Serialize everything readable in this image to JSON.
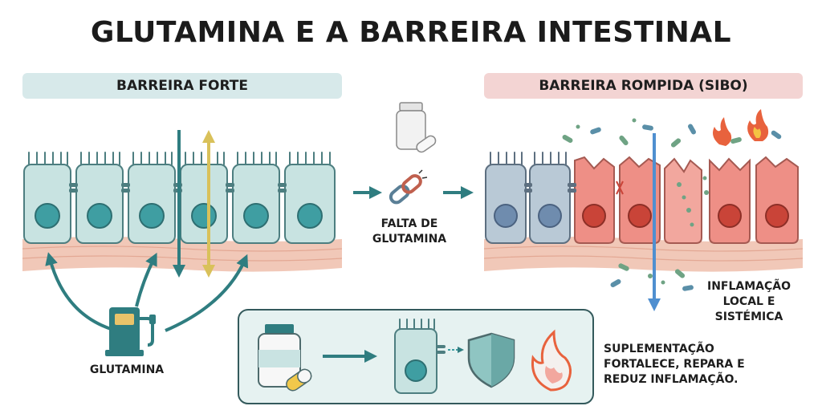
{
  "title": "GLUTAMINA E A BARREIRA INTESTINAL",
  "left_panel": {
    "header": "BARREIRA FORTE"
  },
  "right_panel": {
    "header": "BARREIRA ROMPIDA (SIBO)"
  },
  "labels": {
    "glutamina": "GLUTAMINA",
    "falta_line1": "FALTA DE",
    "falta_line2": "GLUTAMINA",
    "inflamacao_line1": "INFLAMAÇÃO",
    "inflamacao_line2": "LOCAL E SISTÉMICA",
    "supl_line1": "SUPLEMENTAÇÃO",
    "supl_line2": "FORTALECE, REPARA E",
    "supl_line3": "REDUZ INFLAMAÇÃO."
  },
  "icons": {
    "left_cells": "healthy-cell-icon",
    "right_cells": "damaged-cell-icon",
    "pump": "glutamine-pump-icon",
    "bottle": "supplement-bottle-icon",
    "link": "broken-chain-icon",
    "shield": "shield-icon",
    "flame": "flame-icon"
  },
  "colors": {
    "healthy_cell": "#c8e3e1",
    "cell_outline": "#4d7e80",
    "nucleus": "#3f9ea2",
    "damaged_cell": "#ee8f86",
    "damaged_nucleus": "#c94438",
    "teal_arrow": "#2f7d80",
    "yellow_arrow": "#d9c15a",
    "blue_arrow": "#4f8fd0",
    "tissue": "#f1c8b8"
  }
}
